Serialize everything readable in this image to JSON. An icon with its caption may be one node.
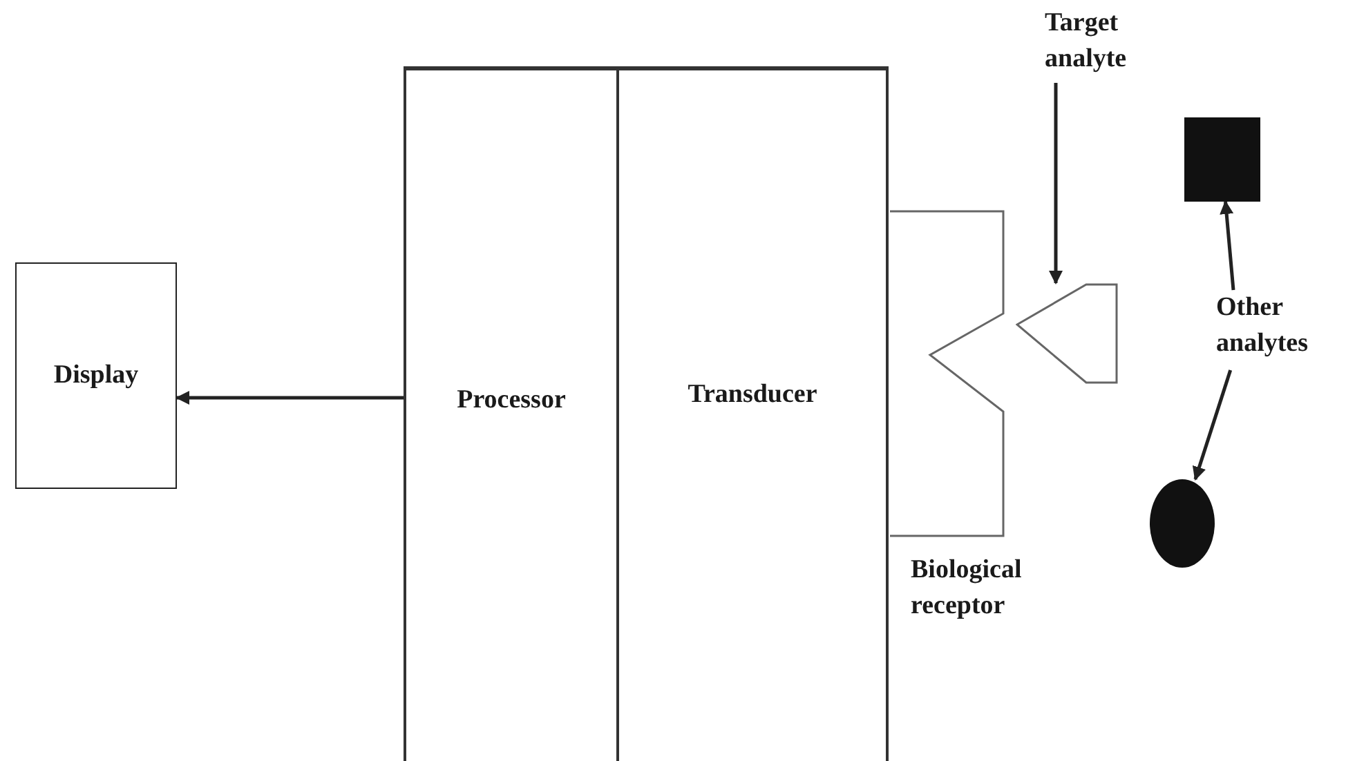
{
  "diagram": {
    "nodes": [
      {
        "text": [
          "Display"
        ]
      },
      {
        "text": [
          "Processor"
        ]
      },
      {
        "text": [
          "Transducer"
        ]
      },
      {
        "text": [
          "Biological receptor"
        ]
      },
      {
        "text": [
          "Target analyte"
        ]
      },
      {
        "text": [],
        "shape": "pentagon"
      },
      {
        "text": [],
        "shape": "box"
      },
      {
        "text": [
          "Other analytes"
        ]
      },
      {
        "text": [],
        "shape": "circle"
      }
    ],
    "edges": [
      {
        "from": 1,
        "to": 0,
        "arrow": "to"
      },
      {
        "from": 4,
        "to": 5,
        "arrow": "to"
      },
      {
        "from": 7,
        "to": 6,
        "arrow": "to"
      },
      {
        "from": 7,
        "to": 8,
        "arrow": "to"
      }
    ]
  }
}
